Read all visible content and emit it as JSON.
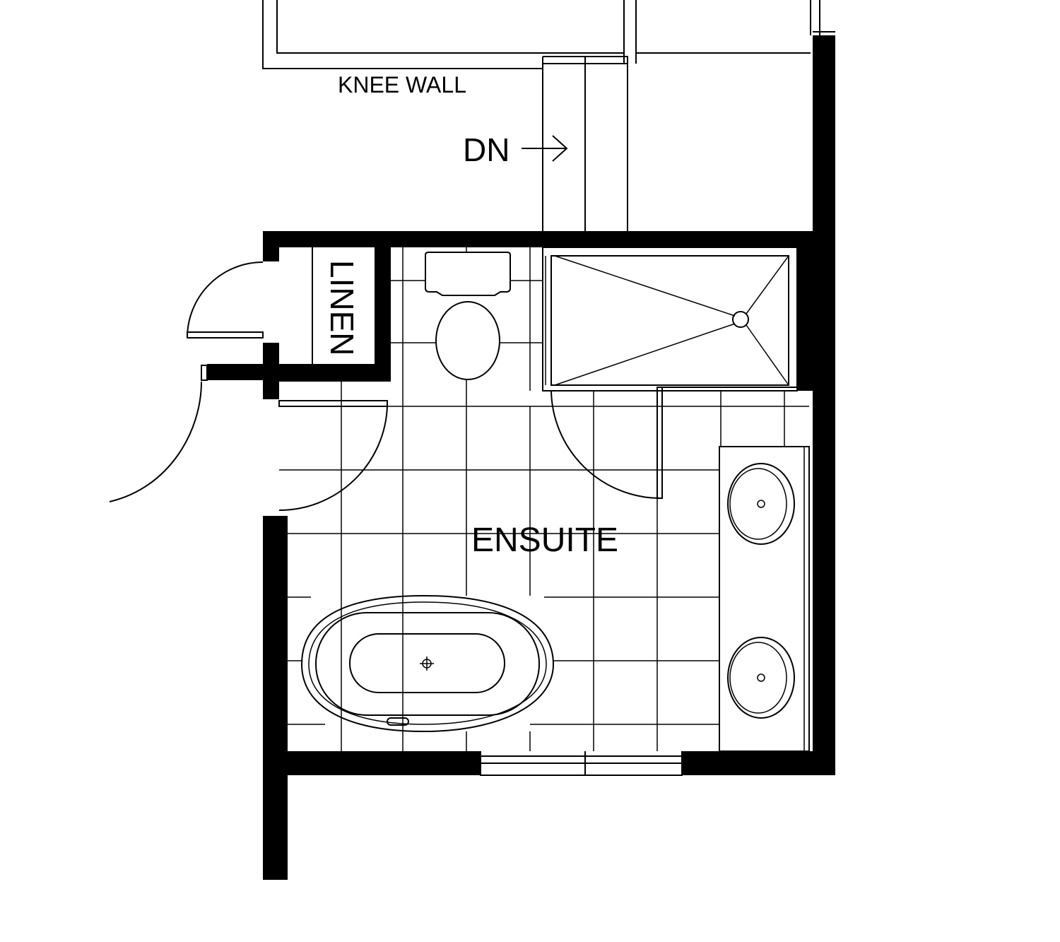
{
  "labels": {
    "knee_wall": "KNEE WALL",
    "down": "DN",
    "linen": "LINEN",
    "room": "ENSUITE"
  },
  "colors": {
    "line": "#000000",
    "background": "#ffffff"
  }
}
